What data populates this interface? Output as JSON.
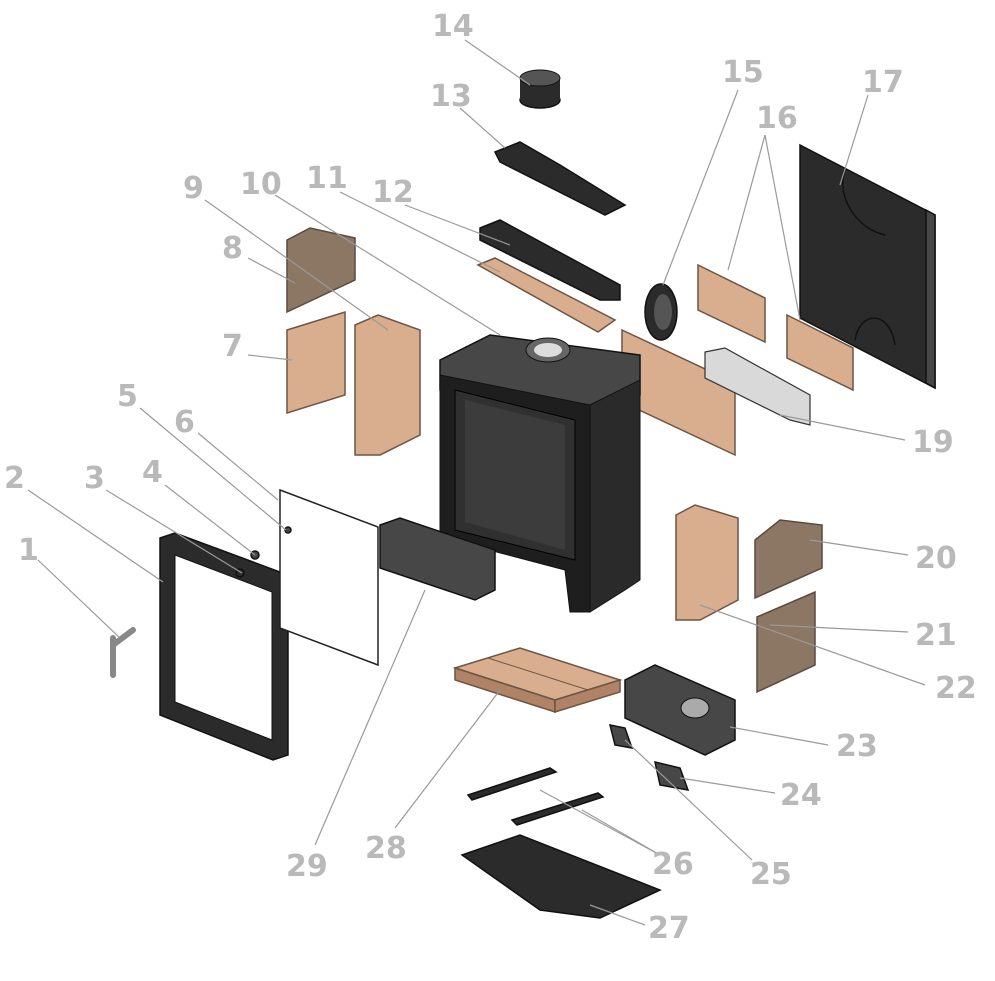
{
  "diagram": {
    "title": "Stove exploded parts view",
    "labels": [
      "1",
      "2",
      "3",
      "4",
      "5",
      "6",
      "7",
      "8",
      "9",
      "10",
      "11",
      "12",
      "13",
      "14",
      "15",
      "16",
      "17",
      "19",
      "20",
      "21",
      "22",
      "23",
      "24",
      "25",
      "26",
      "27",
      "28",
      "29"
    ],
    "colors": {
      "label": "#b9b9b9",
      "brick": "#d8ae8e",
      "brick_dark": "#8c7664",
      "metal": "#2b2b2b"
    }
  }
}
